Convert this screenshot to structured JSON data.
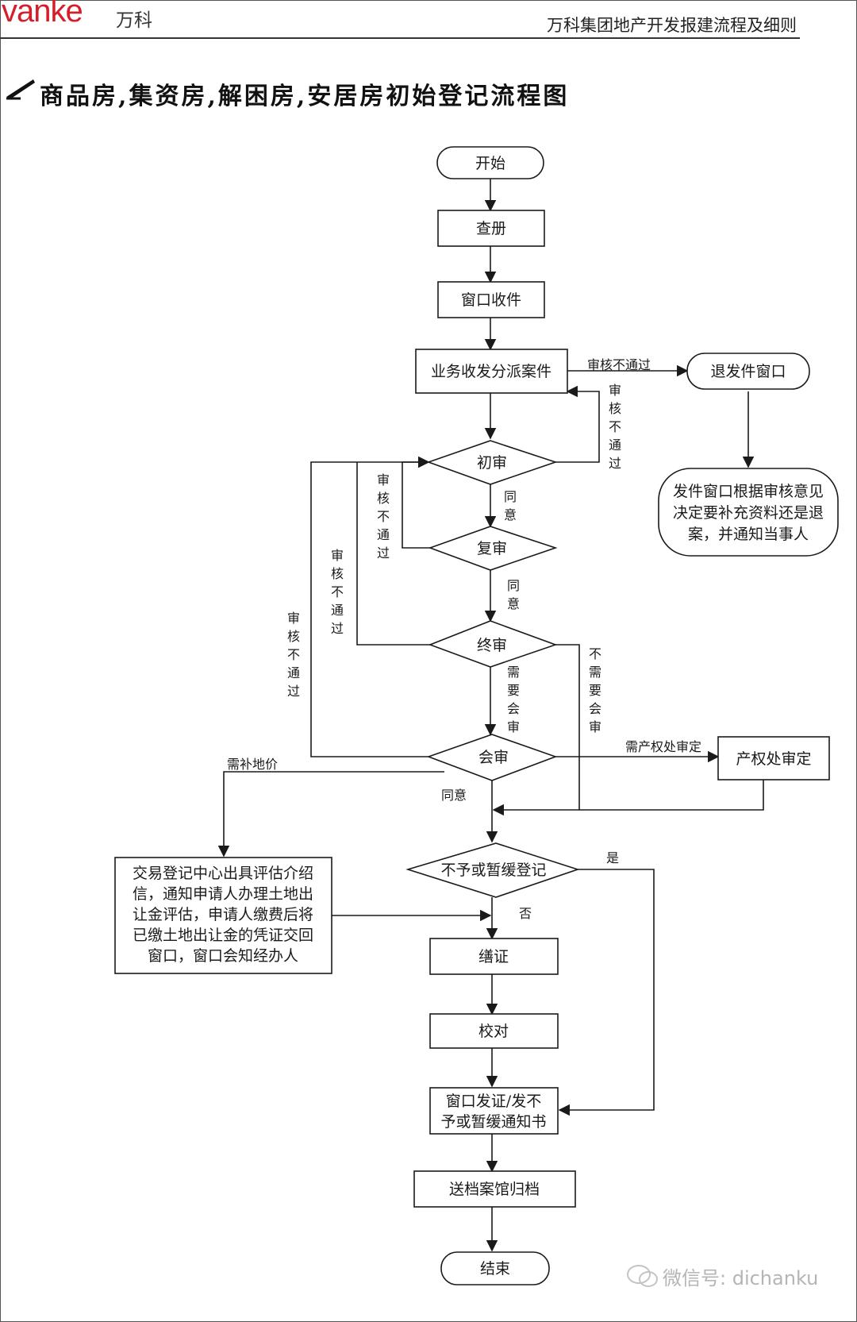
{
  "header": {
    "logo_text": "vanke",
    "logo_cn": "万科",
    "title": "万科集团地产开发报建流程及细则"
  },
  "page_title": "商品房,集资房,解困房,安居房初始登记流程图",
  "flowchart": {
    "nodes": {
      "start": "开始",
      "check_register": "查册",
      "window_receive": "窗口收件",
      "dispatch": "业务收发分派案件",
      "return_window": "退发件窗口",
      "notify_lines": [
        "发件窗口根据审核意见",
        "决定要补充资料还是退",
        "案，并通知当事人"
      ],
      "first_review": "初审",
      "second_review": "复审",
      "final_review": "终审",
      "joint_review": "会审",
      "property_office": "产权处审定",
      "exchange_lines": [
        "交易登记中心出具评估介绍",
        "信，通知申请人办理土地出",
        "让金评估，申请人缴费后将",
        "已缴土地出让金的凭证交回",
        "窗口，窗口会知经办人"
      ],
      "refuse_decision": "不予或暂缓登记",
      "make_cert": "缮证",
      "proofread": "校对",
      "issue_lines": [
        "窗口发证/发不",
        "予或暂缓通知书"
      ],
      "archive": "送档案馆归档",
      "end": "结束"
    },
    "edge_labels": {
      "fail_horizontal": "审核不通过",
      "fail_vertical_chars": [
        "审",
        "核",
        "不",
        "通",
        "过"
      ],
      "agree_chars": [
        "同",
        "意"
      ],
      "need_joint_chars": [
        "需",
        "要",
        "会",
        "审"
      ],
      "no_need_joint_chars": [
        "不",
        "需",
        "要",
        "会",
        "审"
      ],
      "need_property": "需产权处审定",
      "need_land_price": "需补地价",
      "agree": "同意",
      "yes": "是",
      "no": "否"
    }
  },
  "watermark": "微信号: dichanku",
  "colors": {
    "brand": "#d41e2a",
    "line": "#1a1a1a"
  }
}
